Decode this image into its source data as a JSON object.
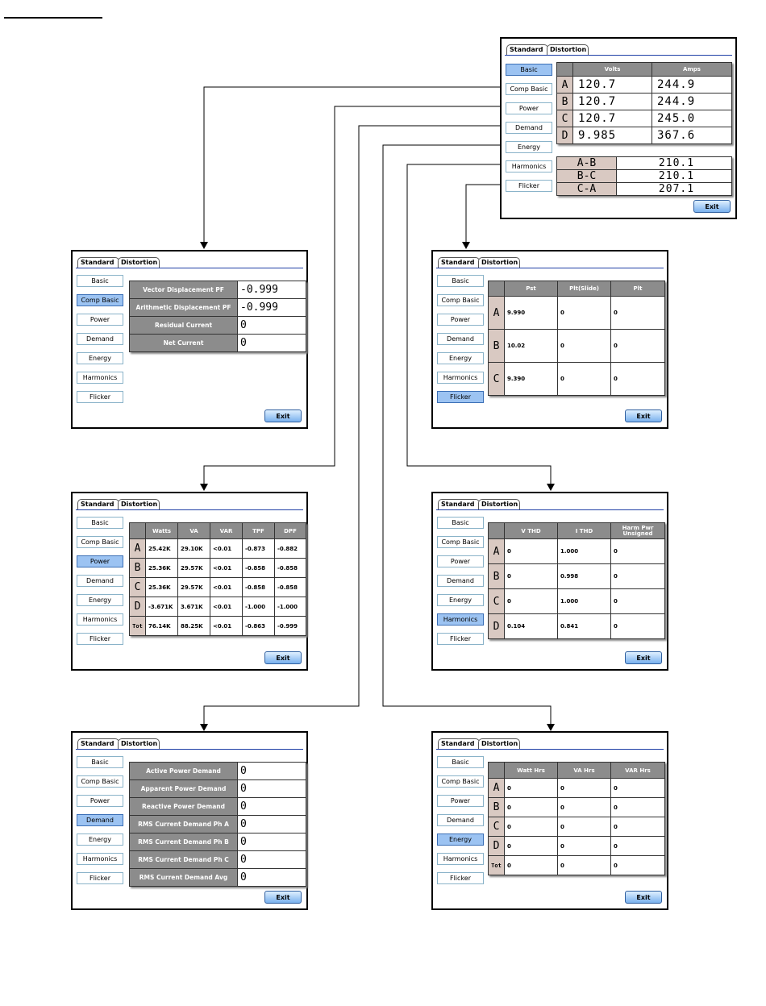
{
  "tabs": {
    "standard": "Standard",
    "distortion": "Distortion"
  },
  "nav": [
    "Basic",
    "Comp Basic",
    "Power",
    "Demand",
    "Energy",
    "Harmonics",
    "Flicker"
  ],
  "exit_label": "Exit",
  "basic": {
    "headers": [
      "Volts",
      "Amps"
    ],
    "rows": [
      {
        "label": "A",
        "volts": "120.7",
        "amps": "244.9"
      },
      {
        "label": "B",
        "volts": "120.7",
        "amps": "244.9"
      },
      {
        "label": "C",
        "volts": "120.7",
        "amps": "245.0"
      },
      {
        "label": "D",
        "volts": "9.985",
        "amps": "367.6"
      }
    ],
    "line_voltages": [
      {
        "label": "A-B",
        "value": "210.1"
      },
      {
        "label": "B-C",
        "value": "210.1"
      },
      {
        "label": "C-A",
        "value": "207.1"
      }
    ]
  },
  "comp_basic": {
    "rows": [
      {
        "label": "Vector Displacement PF",
        "value": "-0.999"
      },
      {
        "label": "Arithmetic Displacement PF",
        "value": "-0.999"
      },
      {
        "label": "Residual Current",
        "value": "0"
      },
      {
        "label": "Net Current",
        "value": "0"
      }
    ]
  },
  "flicker": {
    "headers": [
      "Pst",
      "Plt(Slide)",
      "Plt"
    ],
    "rows": [
      {
        "label": "A",
        "values": [
          "9.990",
          "0",
          "0"
        ]
      },
      {
        "label": "B",
        "values": [
          "10.02",
          "0",
          "0"
        ]
      },
      {
        "label": "C",
        "values": [
          "9.390",
          "0",
          "0"
        ]
      }
    ]
  },
  "power": {
    "headers": [
      "Watts",
      "VA",
      "VAR",
      "TPF",
      "DPF"
    ],
    "rows": [
      {
        "label": "A",
        "values": [
          "25.42K",
          "29.10K",
          "<0.01",
          "-0.873",
          "-0.882"
        ]
      },
      {
        "label": "B",
        "values": [
          "25.36K",
          "29.57K",
          "<0.01",
          "-0.858",
          "-0.858"
        ]
      },
      {
        "label": "C",
        "values": [
          "25.36K",
          "29.57K",
          "<0.01",
          "-0.858",
          "-0.858"
        ]
      },
      {
        "label": "D",
        "values": [
          "-3.671K",
          "3.671K",
          "<0.01",
          "-1.000",
          "-1.000"
        ]
      },
      {
        "label": "Tot",
        "values": [
          "76.14K",
          "88.25K",
          "<0.01",
          "-0.863",
          "-0.999"
        ]
      }
    ]
  },
  "harmonics": {
    "headers": [
      "V THD",
      "I THD",
      "Harm Pwr Unsigned"
    ],
    "rows": [
      {
        "label": "A",
        "values": [
          "0",
          "1.000",
          "0"
        ]
      },
      {
        "label": "B",
        "values": [
          "0",
          "0.998",
          "0"
        ]
      },
      {
        "label": "C",
        "values": [
          "0",
          "1.000",
          "0"
        ]
      },
      {
        "label": "D",
        "values": [
          "0.104",
          "0.841",
          "0"
        ]
      }
    ]
  },
  "demand": {
    "rows": [
      {
        "label": "Active Power Demand",
        "value": "0"
      },
      {
        "label": "Apparent Power Demand",
        "value": "0"
      },
      {
        "label": "Reactive Power Demand",
        "value": "0"
      },
      {
        "label": "RMS Current Demand Ph A",
        "value": "0"
      },
      {
        "label": "RMS Current Demand Ph B",
        "value": "0"
      },
      {
        "label": "RMS Current Demand Ph C",
        "value": "0"
      },
      {
        "label": "RMS Current Demand Avg",
        "value": "0"
      }
    ]
  },
  "energy": {
    "headers": [
      "Watt Hrs",
      "VA Hrs",
      "VAR Hrs"
    ],
    "rows": [
      {
        "label": "A",
        "values": [
          "0",
          "0",
          "0"
        ]
      },
      {
        "label": "B",
        "values": [
          "0",
          "0",
          "0"
        ]
      },
      {
        "label": "C",
        "values": [
          "0",
          "0",
          "0"
        ]
      },
      {
        "label": "D",
        "values": [
          "0",
          "0",
          "0"
        ]
      },
      {
        "label": "Tot",
        "values": [
          "0",
          "0",
          "0"
        ]
      }
    ]
  }
}
